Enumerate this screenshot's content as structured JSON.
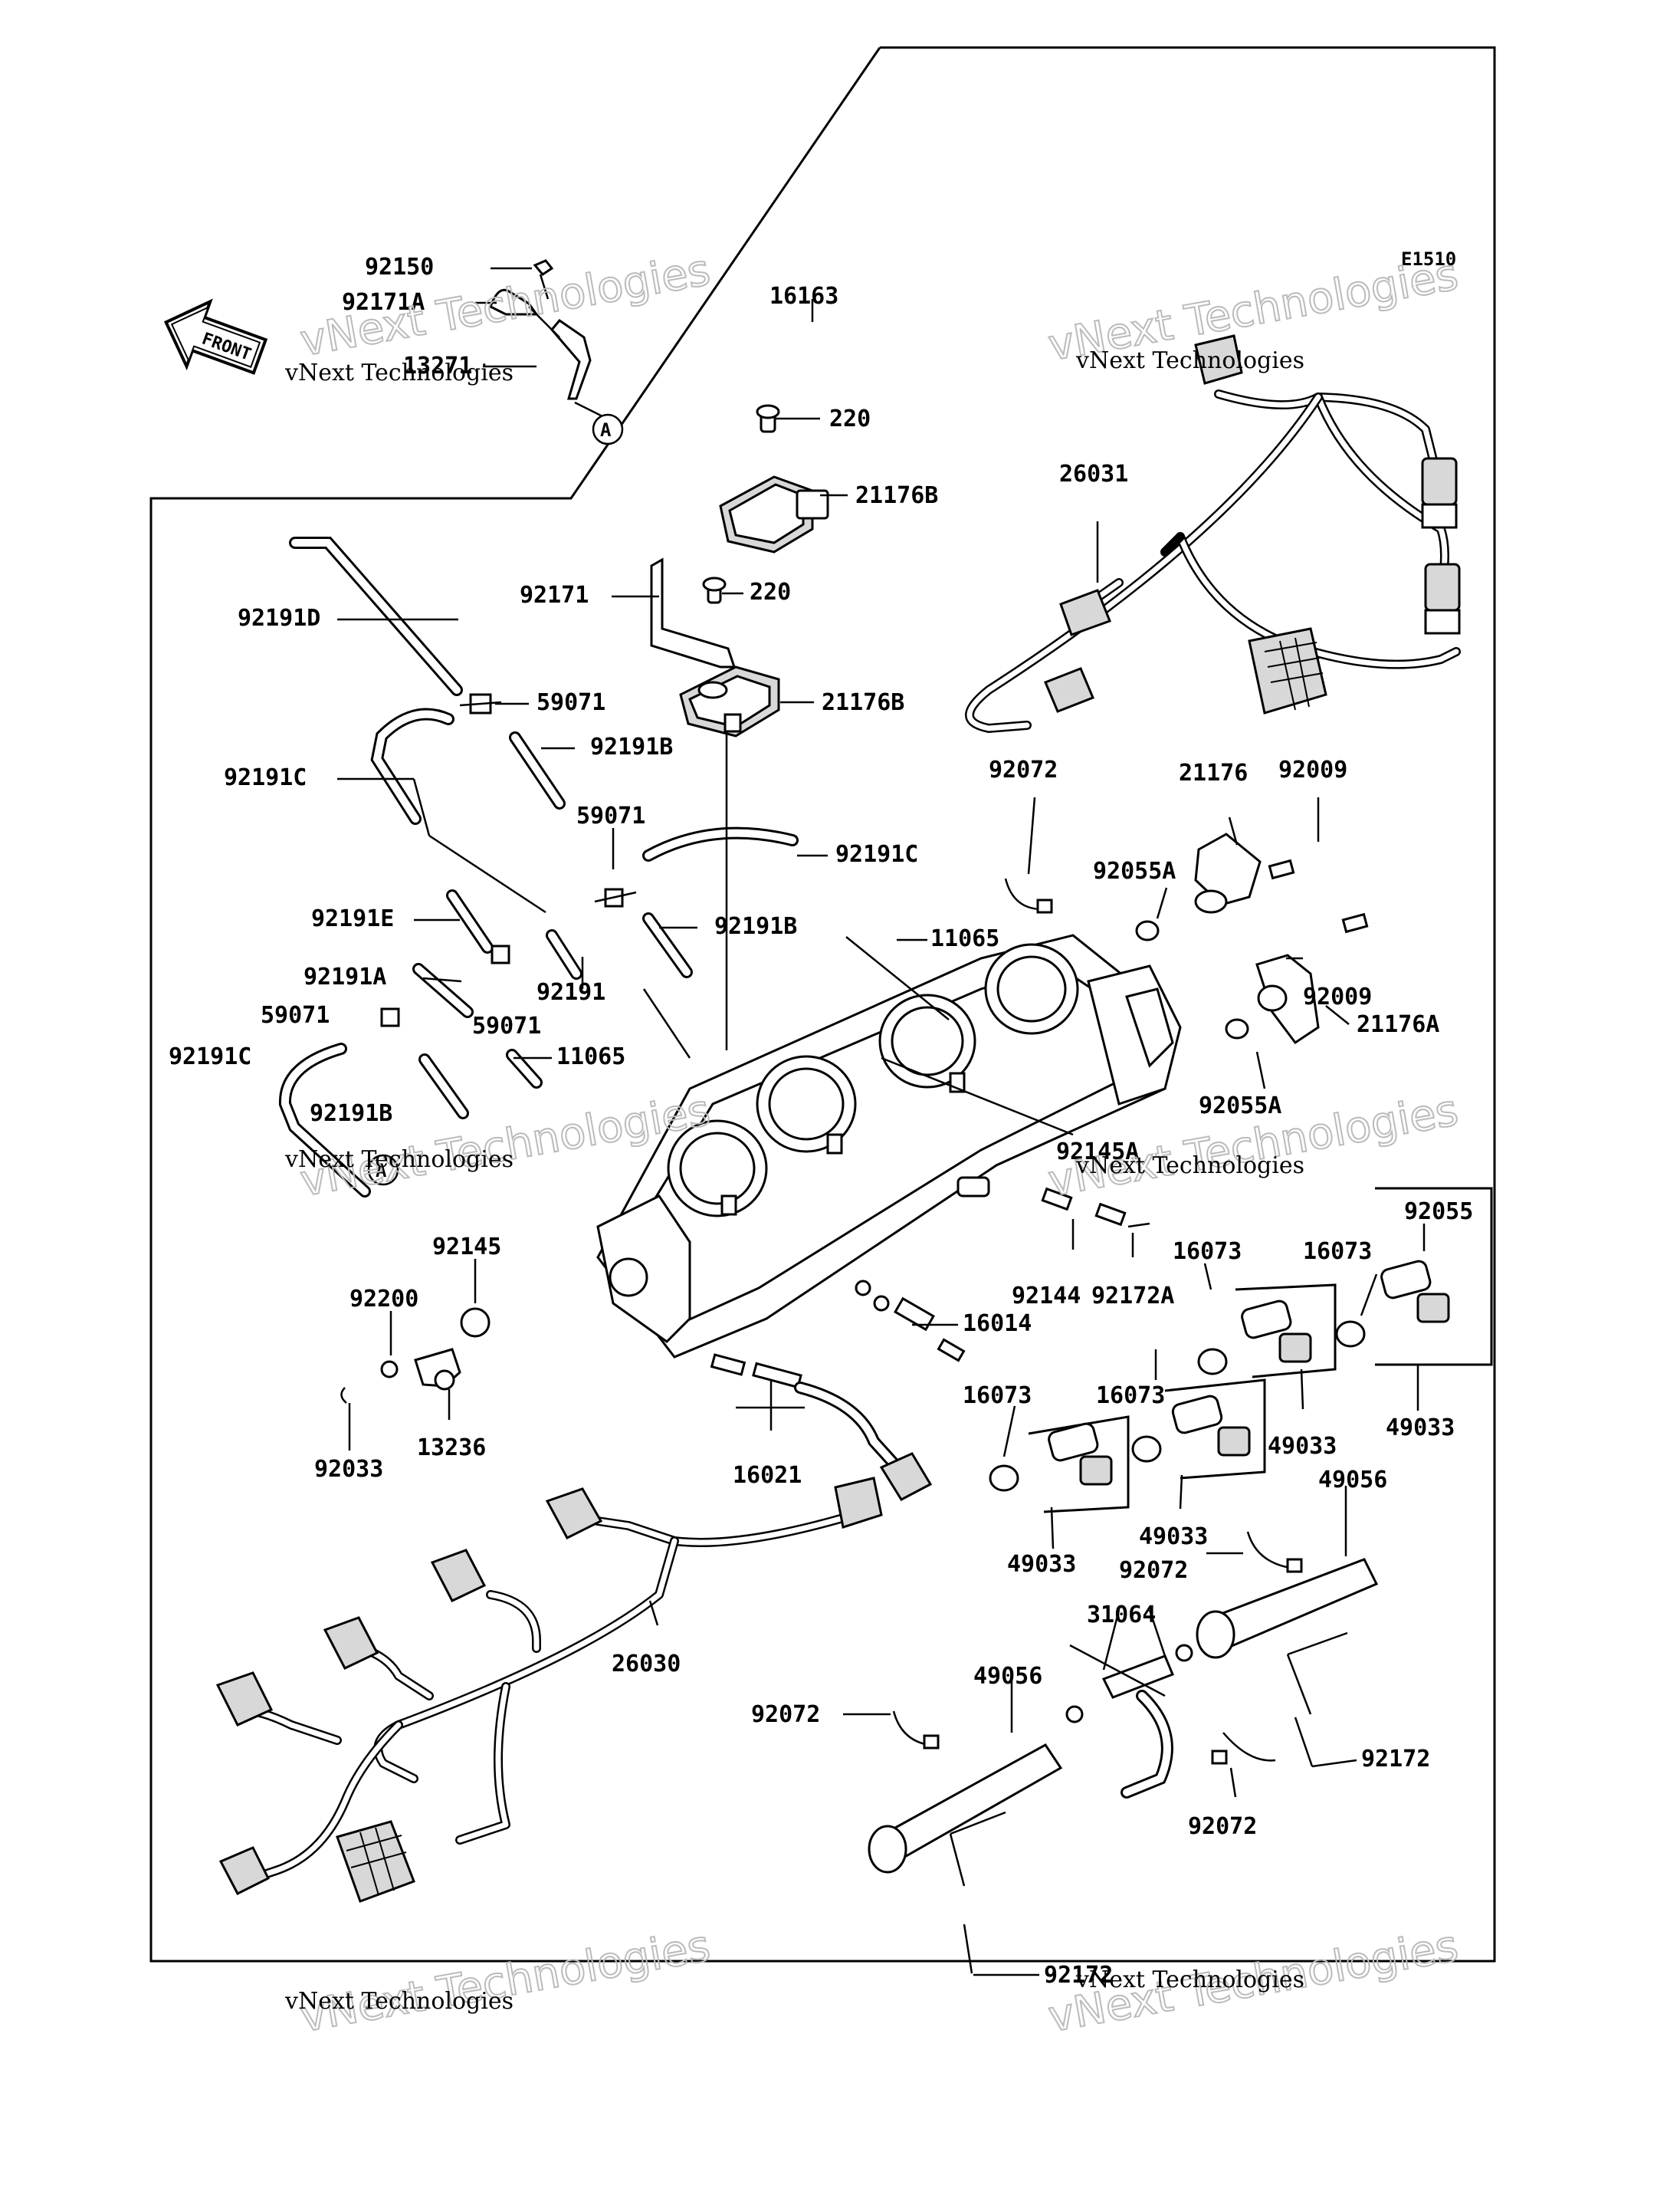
{
  "diagram_code": "E1510",
  "front_arrow_label": "FRONT",
  "callout_marker": "A",
  "watermark_small": "vNext Technologies",
  "watermark_large": "vNext Technologies",
  "part_labels": [
    "92150",
    "92171A",
    "13271",
    "16163",
    "220",
    "21176B",
    "26031",
    "92191D",
    "92171",
    "220",
    "59071",
    "21176B",
    "92191C",
    "92191B",
    "92072",
    "21176",
    "92009",
    "59071",
    "92191C",
    "92055A",
    "92191E",
    "92191B",
    "11065",
    "92191A",
    "59071",
    "92191",
    "92009",
    "21176A",
    "59071",
    "92191C",
    "11065",
    "92191B",
    "92055A",
    "92145A",
    "92055",
    "92145",
    "16073",
    "16073",
    "92200",
    "92144",
    "92172A",
    "16014",
    "16073",
    "16073",
    "92033",
    "13236",
    "49033",
    "49033",
    "16021",
    "49033",
    "49056",
    "49033",
    "92072",
    "31064",
    "26030",
    "49056",
    "92072",
    "92172",
    "92072",
    "92172"
  ]
}
